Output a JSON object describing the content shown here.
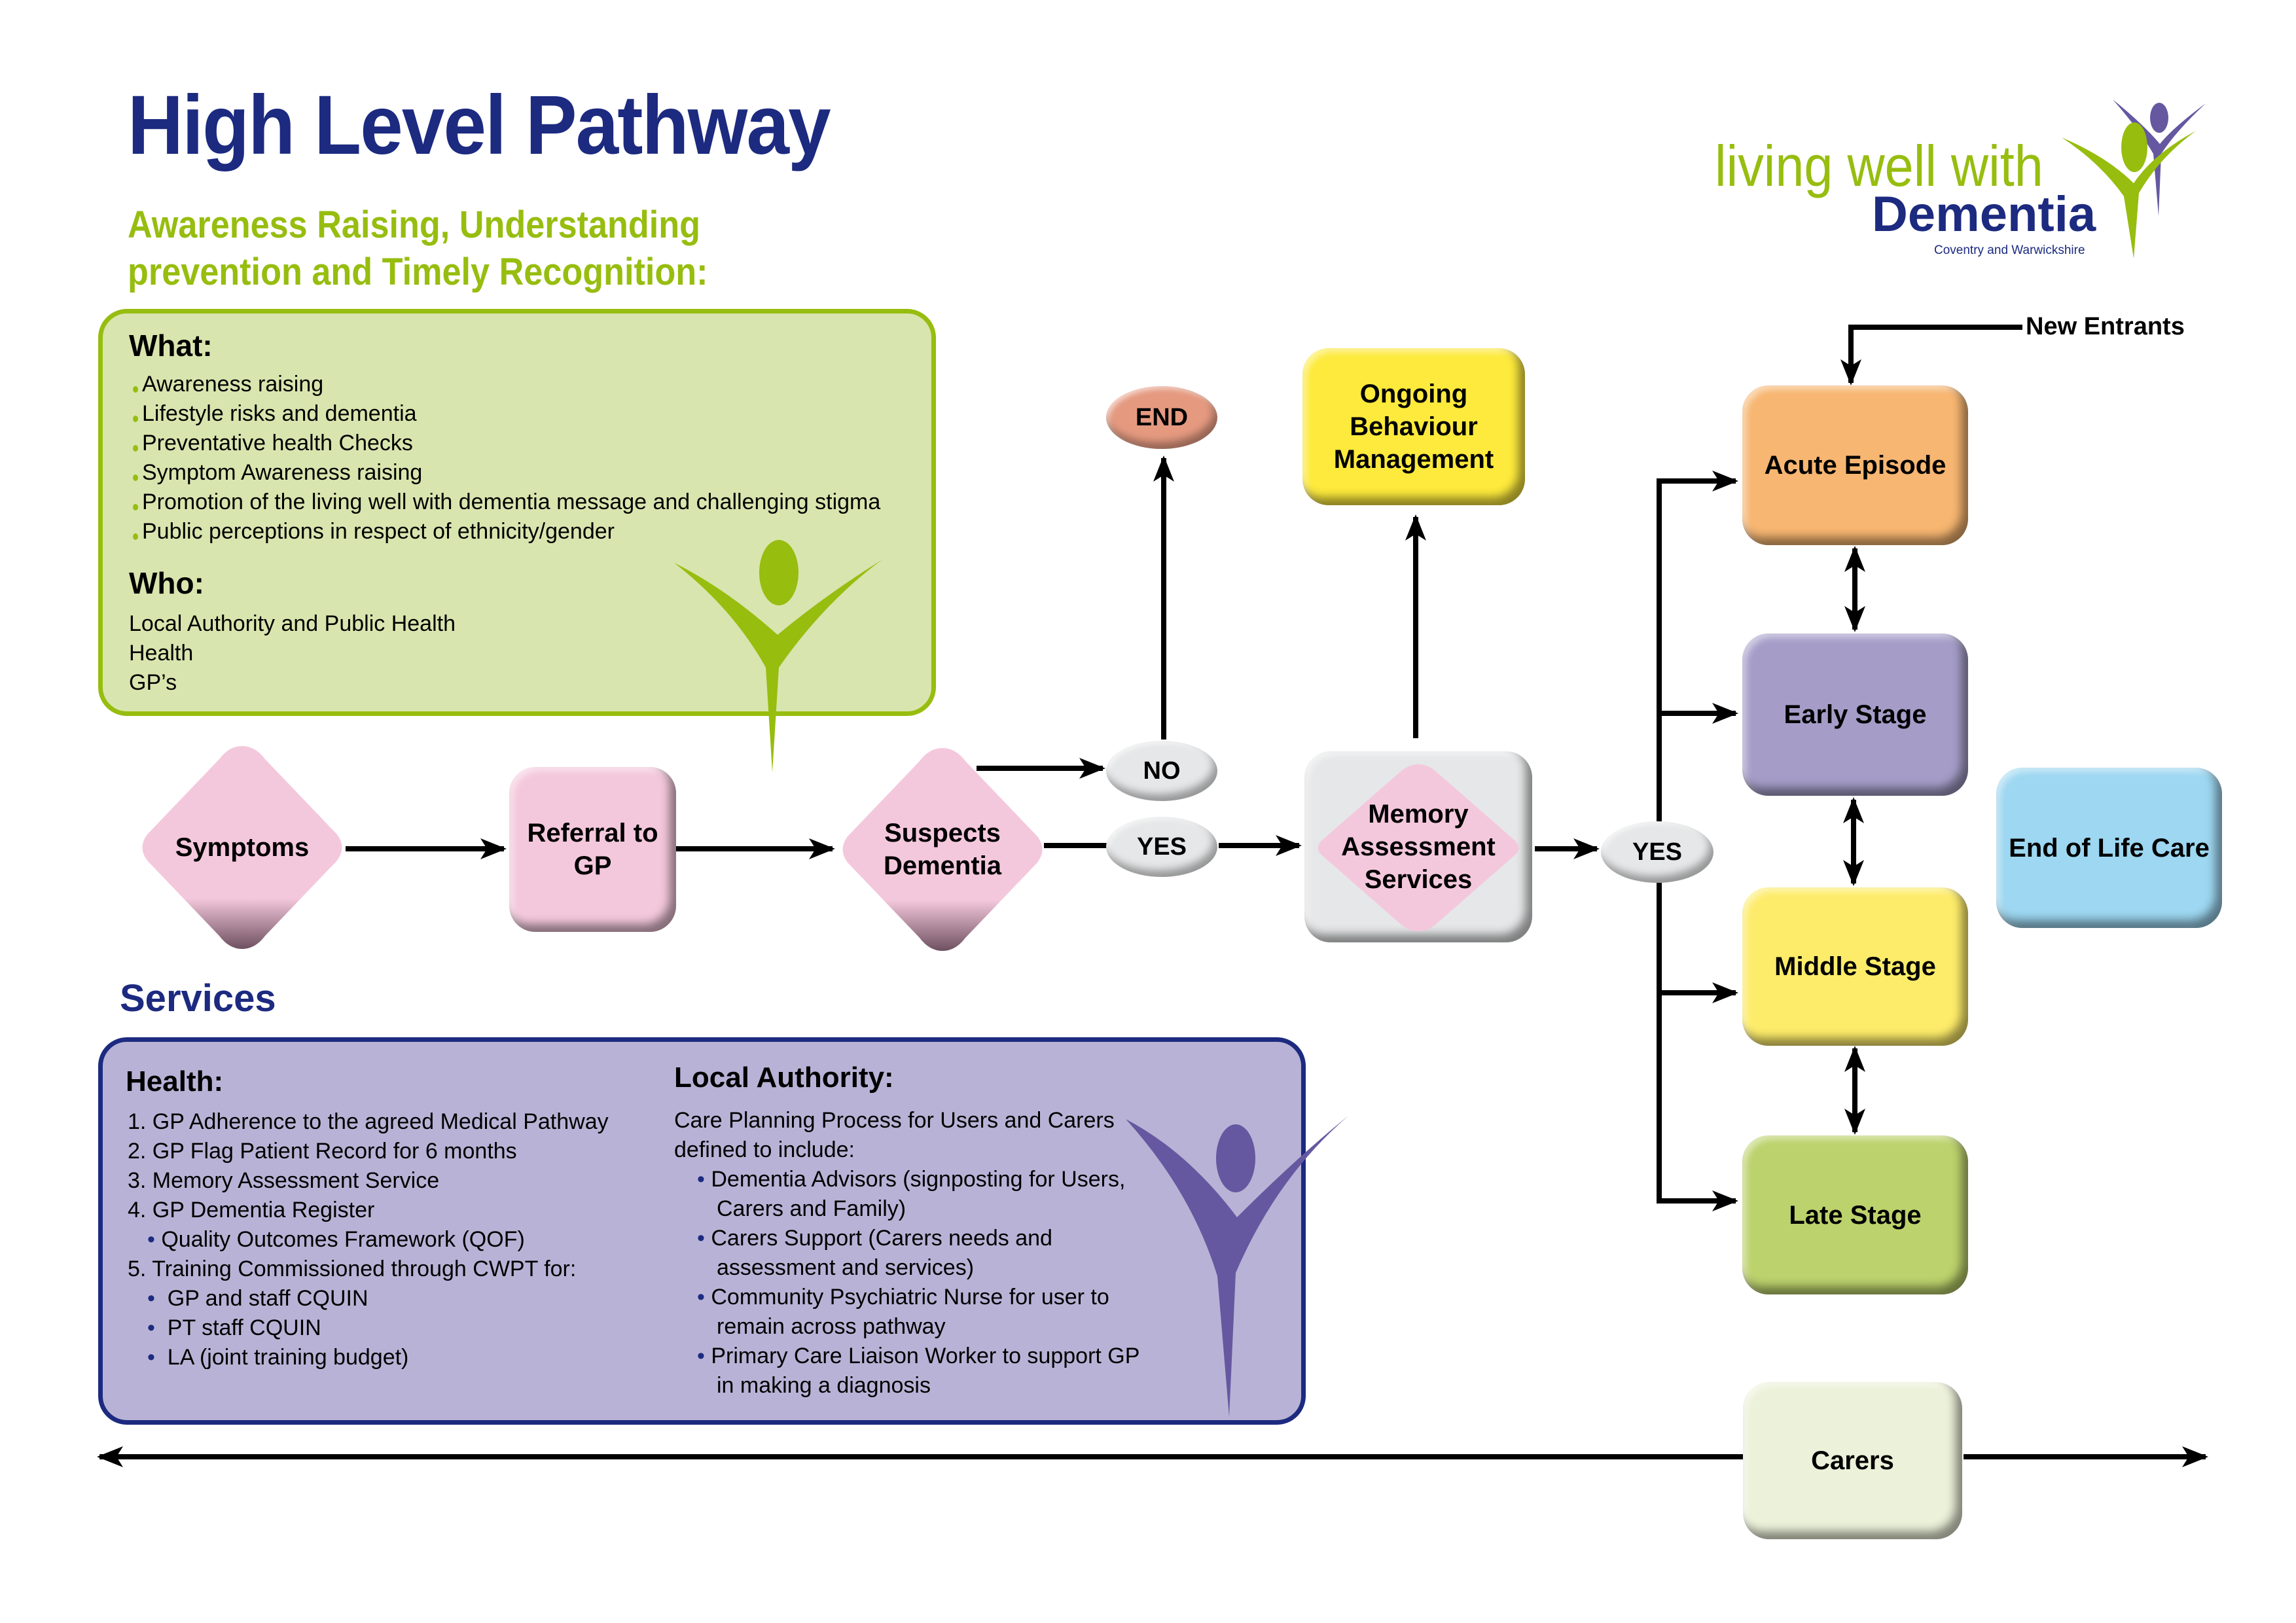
{
  "header": {
    "title": "High Level Pathway",
    "subtitle_line1": "Awareness Raising, Understanding",
    "subtitle_line2": "prevention and Timely Recognition:"
  },
  "logo": {
    "line1": "living well with",
    "line2": "Dementia",
    "line3": "Coventry and Warwickshire",
    "icon": "two-figures-raised-arms-icon"
  },
  "colors": {
    "brand_blue": "#1c2a80",
    "brand_green": "#97bd0f",
    "brand_purple": "#6558a0"
  },
  "awareness": {
    "what_heading": "What:",
    "what_items": [
      "Awareness raising",
      "Lifestyle risks and dementia",
      "Preventative health Checks",
      "Symptom Awareness raising",
      "Promotion of the living well with dementia message and challenging stigma",
      "Public perceptions in respect of ethnicity/gender"
    ],
    "who_heading": "Who:",
    "who_items": [
      "Local Authority and Public Health",
      "Health",
      "GP’s"
    ]
  },
  "services": {
    "title": "Services",
    "health": {
      "heading": "Health:",
      "lines": [
        "1. GP Adherence to the agreed Medical Pathway",
        "2. GP Flag Patient Record for 6 months",
        "3. Memory Assessment Service",
        "4. GP Dementia Register",
        "Quality Outcomes Framework (QOF)",
        "5. Training Commissioned through CWPT for:",
        "GP and staff CQUIN",
        "PT staff CQUIN",
        "LA (joint training budget)"
      ]
    },
    "local_authority": {
      "heading": "Local Authority:",
      "intro_line1": "Care Planning Process for Users and Carers",
      "intro_line2": "defined to include:",
      "items": [
        [
          "Dementia Advisors (signposting for Users,",
          "Carers and Family)"
        ],
        [
          "Carers Support (Carers needs and",
          "assessment and services)"
        ],
        [
          "Community Psychiatric Nurse for user to",
          "remain across pathway"
        ],
        [
          "Primary Care Liaison Worker to support GP",
          "in making a diagnosis"
        ]
      ]
    }
  },
  "flow": {
    "symptoms": "Symptoms",
    "referral_line1": "Referral to",
    "referral_line2": "GP",
    "suspects_line1": "Suspects",
    "suspects_line2": "Dementia",
    "no": "NO",
    "yes1": "YES",
    "end": "END",
    "memory_line1": "Memory",
    "memory_line2": "Assessment",
    "memory_line3": "Services",
    "ongoing_line1": "Ongoing",
    "ongoing_line2": "Behaviour",
    "ongoing_line3": "Management",
    "yes2": "YES",
    "new_entrants": "New Entrants",
    "acute": "Acute Episode",
    "early": "Early Stage",
    "middle": "Middle Stage",
    "late": "Late Stage",
    "end_of_life": "End of Life Care",
    "carers": "Carers"
  }
}
